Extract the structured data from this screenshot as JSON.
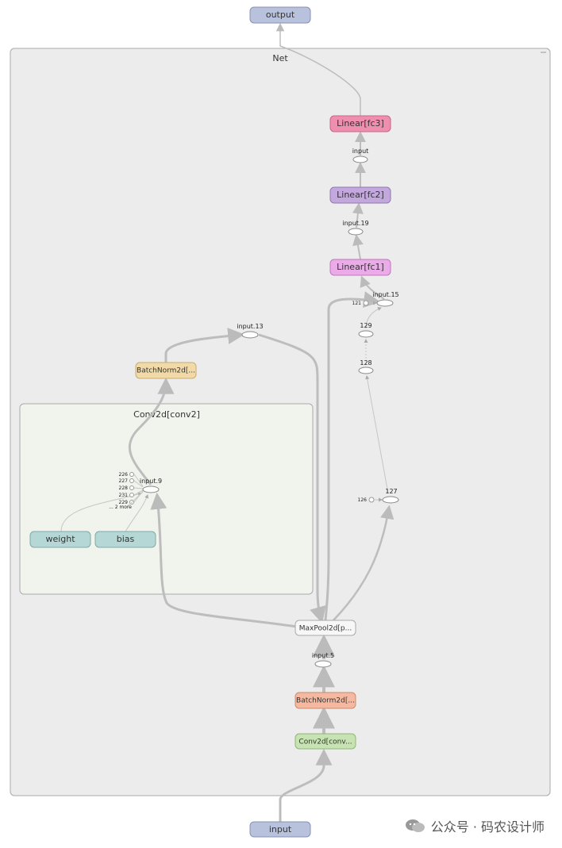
{
  "graph": {
    "net_label": "Net",
    "conv_group_label": "Conv2d[conv2]",
    "nodes": {
      "output": "output",
      "input": "input",
      "fc3": "Linear[fc3]",
      "fc2": "Linear[fc2]",
      "fc1": "Linear[fc1]",
      "bn_top": "BatchNorm2d[...",
      "maxpool": "MaxPool2d[p...",
      "bn_bottom": "BatchNorm2d[...",
      "conv_bottom": "Conv2d[conv...",
      "weight": "weight",
      "bias": "bias"
    },
    "ops": {
      "input": "input",
      "input19": "input.19",
      "input15": "input.15",
      "input13": "input.13",
      "n129": "129",
      "n128": "128",
      "n127": "127",
      "input9": "input.9",
      "input5": "input.5"
    },
    "consts": {
      "c121": "121",
      "c126": "126",
      "c226": "226",
      "c227": "227",
      "c228": "228",
      "c231": "231",
      "c229": "229",
      "more": "... 2 more"
    }
  },
  "colors": {
    "output_input": "#b9c2dd",
    "fc3": "#ef8fb0",
    "fc2": "#c2a8dc",
    "fc1": "#ebaae8",
    "bn_top": "#f1d9a8",
    "maxpool": "#f7f7f7",
    "bn_bottom": "#f4b9a0",
    "conv": "#c7e3b2",
    "param": "#b5d8d7",
    "net_bg": "#ececec",
    "group_bg": "#f0f4ec"
  },
  "watermark": {
    "text": "公众号 · 码农设计师",
    "icon": "wechat-icon"
  }
}
